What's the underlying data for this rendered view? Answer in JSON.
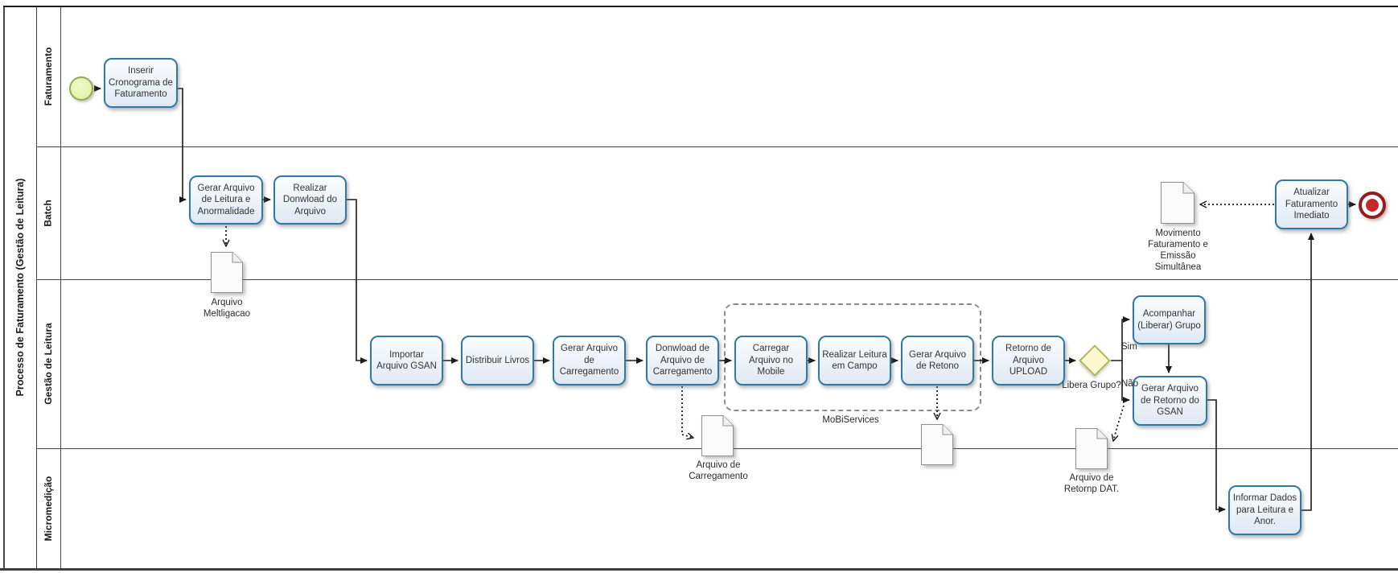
{
  "pool": {
    "title": "Processo de Faturamento (Gestão de Leitura)"
  },
  "lanes": [
    {
      "label": "Faturamento"
    },
    {
      "label": "Batch"
    },
    {
      "label": "Gestão de Leitura"
    },
    {
      "label": "Micromedição"
    }
  ],
  "nodes": {
    "inserir": {
      "label": "Inserir Cronograma de Faturamento"
    },
    "gerar_leitura": {
      "label": "Gerar Arquivo de Leitura e Anormalidade"
    },
    "realizar_download": {
      "label": "Realizar Donwload do Arquivo"
    },
    "importar": {
      "label": "Importar Arquivo GSAN"
    },
    "distribuir": {
      "label": "Distribuir Livros"
    },
    "gerar_carregamento": {
      "label": "Gerar Arquivo de Carregamento"
    },
    "download_carregamento": {
      "label": "Donwload de Arquivo de Carregamento"
    },
    "carregar_mobile": {
      "label": "Carregar Arquivo no Mobile"
    },
    "realizar_leitura": {
      "label": "Realizar Leitura em Campo"
    },
    "gerar_retono": {
      "label": "Gerar Arquivo de Retono"
    },
    "retorno_upload": {
      "label": "Retorno de Arquivo UPLOAD"
    },
    "acompanhar": {
      "label": "Acompanhar (Liberar) Grupo"
    },
    "gerar_retorno_gsan": {
      "label": "Gerar Arquivo de Retorno do GSAN"
    },
    "atualizar": {
      "label": "Atualizar Faturamento Imediato"
    },
    "informar": {
      "label": "Informar Dados para Leitura e Anor."
    }
  },
  "documents": {
    "meltligacao": {
      "label": "Arquivo Meltligacao"
    },
    "carregamento": {
      "label": "Arquivo de Carregamento"
    },
    "retorno_dat": {
      "label": "Arquivo de Retornp DAT."
    },
    "movimento": {
      "label": "Movimento Faturamento e Emissão Simultânea"
    }
  },
  "gateway": {
    "label": "Libera Grupo?",
    "yes": "Sim",
    "no": "Não"
  },
  "group": {
    "label": "MoBiServices"
  },
  "colors": {
    "task_border": "#3079a6",
    "task_fill_top": "#fbfdfe",
    "task_fill_bottom": "#dfe9f5",
    "start_event_fill": "#e5f3ac",
    "start_event_border": "#94a94a",
    "end_event_ring": "#8e1f1f",
    "end_event_core": "#c3282d",
    "gateway_fill": "#fbf9d0",
    "gateway_border": "#b5b55e",
    "group_border": "#8c8c8c",
    "flow_line": "#1a1a1a"
  }
}
